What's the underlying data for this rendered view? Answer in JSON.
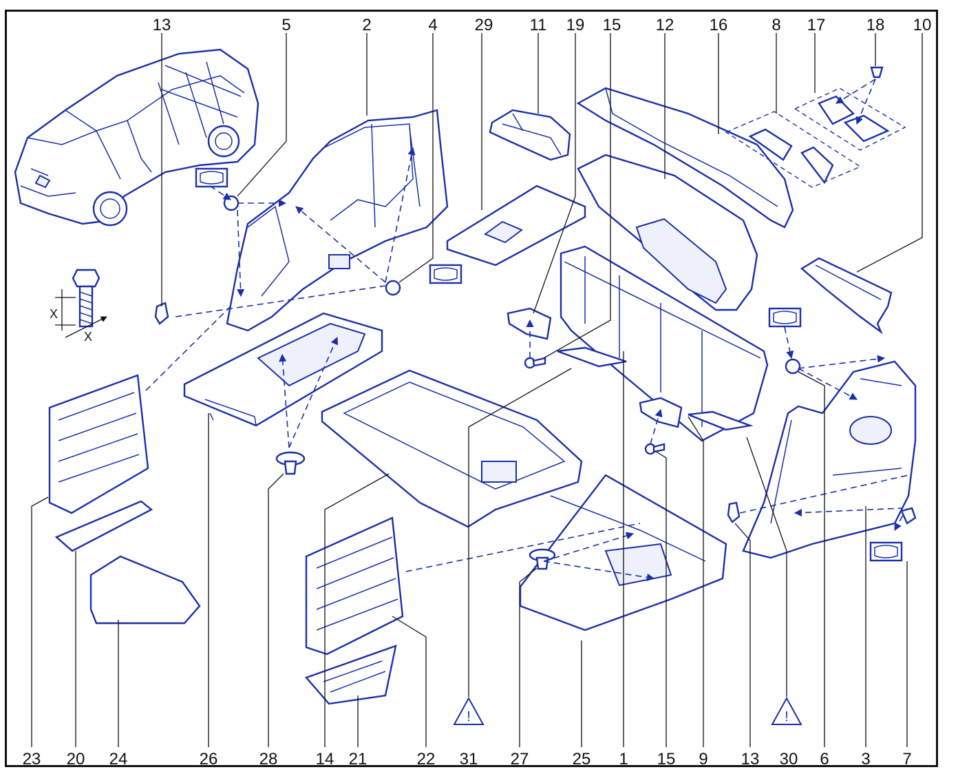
{
  "diagram": {
    "colors": {
      "line": "#1a2fa8",
      "text": "#111111",
      "frame": "#111111"
    },
    "labels_top": [
      "13",
      "5",
      "2",
      "4",
      "29",
      "11",
      "19",
      "15",
      "12",
      "16",
      "8",
      "17",
      "18",
      "10"
    ],
    "labels_bottom": [
      "23",
      "20",
      "24",
      "26",
      "28",
      "14",
      "21",
      "22",
      "31",
      "27",
      "25",
      "1",
      "15",
      "9",
      "13",
      "30",
      "6",
      "3",
      "7"
    ],
    "dimension_labels": [
      "X",
      "X"
    ],
    "warning_symbol": "!",
    "icons": [
      "vehicle-illustration",
      "bolt-icon",
      "warning-triangle-icon",
      "consumable-kit-icon",
      "clip-icon",
      "screw-icon"
    ]
  }
}
